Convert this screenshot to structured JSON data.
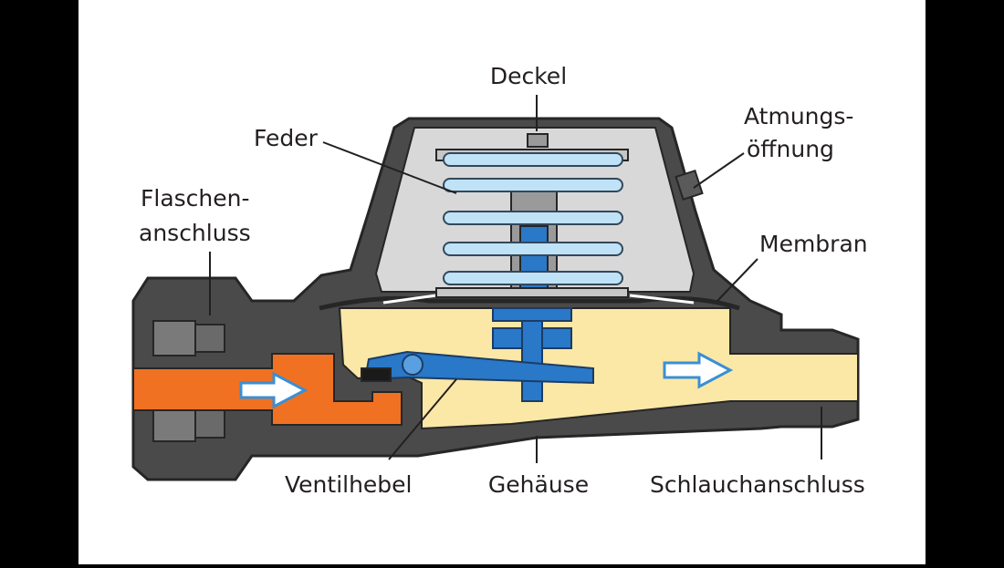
{
  "labels": {
    "deckel": "Deckel",
    "feder": "Feder",
    "atmung_line1": "Atmungs-",
    "atmung_line2": "öffnung",
    "flaschen_line1": "Flaschen-",
    "flaschen_line2": "anschluss",
    "membran": "Membran",
    "ventilhebel": "Ventilhebel",
    "gehaeuse": "Gehäuse",
    "schlauch": "Schlauchanschluss"
  },
  "colors": {
    "background": "#000000",
    "panel": "#ffffff",
    "housing": "#4a4a4a",
    "housing_stroke": "#262626",
    "cover": "#d8d8d8",
    "inlet_gas": "#f07122",
    "low_pressure_gas": "#fbe8a6",
    "spring": "#bfe2f6",
    "spring_stroke": "#34475a",
    "valve_blue": "#2a78c8",
    "arrow_fill": "#ffffff",
    "arrow_stroke": "#3a8fd6",
    "text": "#231f20"
  }
}
